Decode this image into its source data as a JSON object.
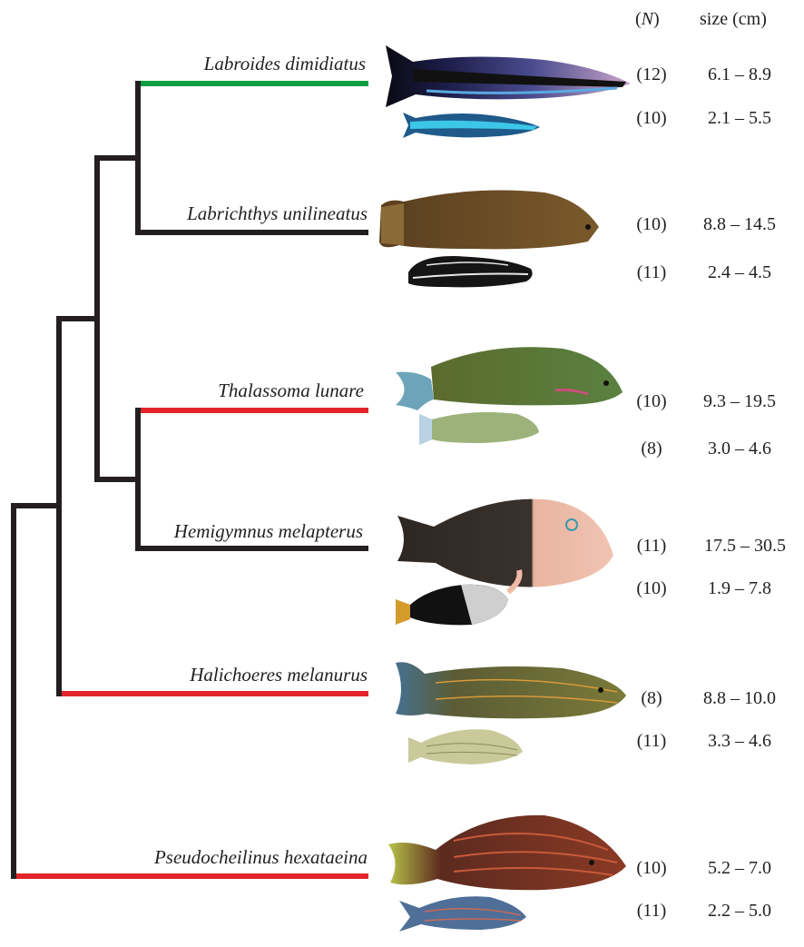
{
  "header": {
    "n_label": "N",
    "size_label": "size (cm)"
  },
  "colors": {
    "cleaner": "#0b9e44",
    "facultative": "#e3242b",
    "non_cleaner": "#231f20"
  },
  "taxa": [
    {
      "name": "Labroides dimidiatus",
      "branch_color": "green",
      "adult": {
        "n": "(12)",
        "size": "6.1 – 8.9"
      },
      "juvenile": {
        "n": "(10)",
        "size": "2.1 – 5.5"
      }
    },
    {
      "name": "Labrichthys unilineatus",
      "branch_color": "black",
      "adult": {
        "n": "(10)",
        "size": "8.8 – 14.5"
      },
      "juvenile": {
        "n": "(11)",
        "size": "2.4 – 4.5"
      }
    },
    {
      "name": "Thalassoma lunare",
      "branch_color": "red",
      "adult": {
        "n": "(10)",
        "size": "9.3 – 19.5"
      },
      "juvenile": {
        "n": "(8)",
        "size": "3.0 – 4.6"
      }
    },
    {
      "name": "Hemigymnus melapterus",
      "branch_color": "black",
      "adult": {
        "n": "(11)",
        "size": "17.5 – 30.5"
      },
      "juvenile": {
        "n": "(10)",
        "size": "1.9 – 7.8"
      }
    },
    {
      "name": "Halichoeres melanurus",
      "branch_color": "red",
      "adult": {
        "n": "(8)",
        "size": "8.8 – 10.0"
      },
      "juvenile": {
        "n": "(11)",
        "size": "3.3 – 4.6"
      }
    },
    {
      "name": "Pseudocheilinus hexataeina",
      "branch_color": "red",
      "adult": {
        "n": "(10)",
        "size": "5.2 – 7.0"
      },
      "juvenile": {
        "n": "(11)",
        "size": "2.2 – 5.0"
      }
    }
  ]
}
